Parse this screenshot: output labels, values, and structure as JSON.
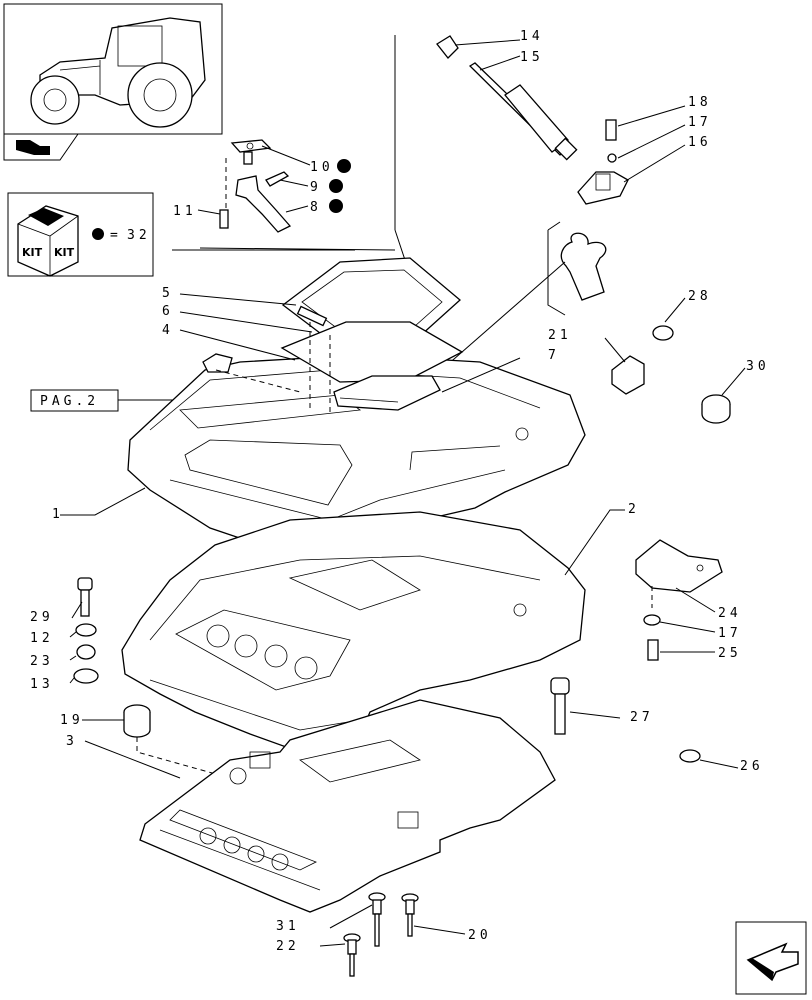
{
  "kit_box": {
    "word_1": "KIT",
    "word_2": "KIT",
    "equals": "=",
    "kit_number": "32"
  },
  "page_reference": "PAG.2",
  "callouts": [
    "1",
    "2",
    "3",
    "4",
    "5",
    "6",
    "7",
    "8",
    "9",
    "10",
    "11",
    "12",
    "13",
    "14",
    "15",
    "16",
    "17",
    "17",
    "18",
    "19",
    "20",
    "21",
    "22",
    "23",
    "24",
    "25",
    "26",
    "27",
    "28",
    "29",
    "30",
    "31"
  ],
  "kit_marked_parts": [
    "10",
    "9",
    "8"
  ],
  "icons": {
    "tractor": "tractor-thumbnail-icon",
    "section_arrow": "section-arrow-icon",
    "kit": "kit-box-icon",
    "navigation": "next-page-arrow-icon"
  },
  "colors": {
    "line": "#000000",
    "background": "#ffffff"
  }
}
